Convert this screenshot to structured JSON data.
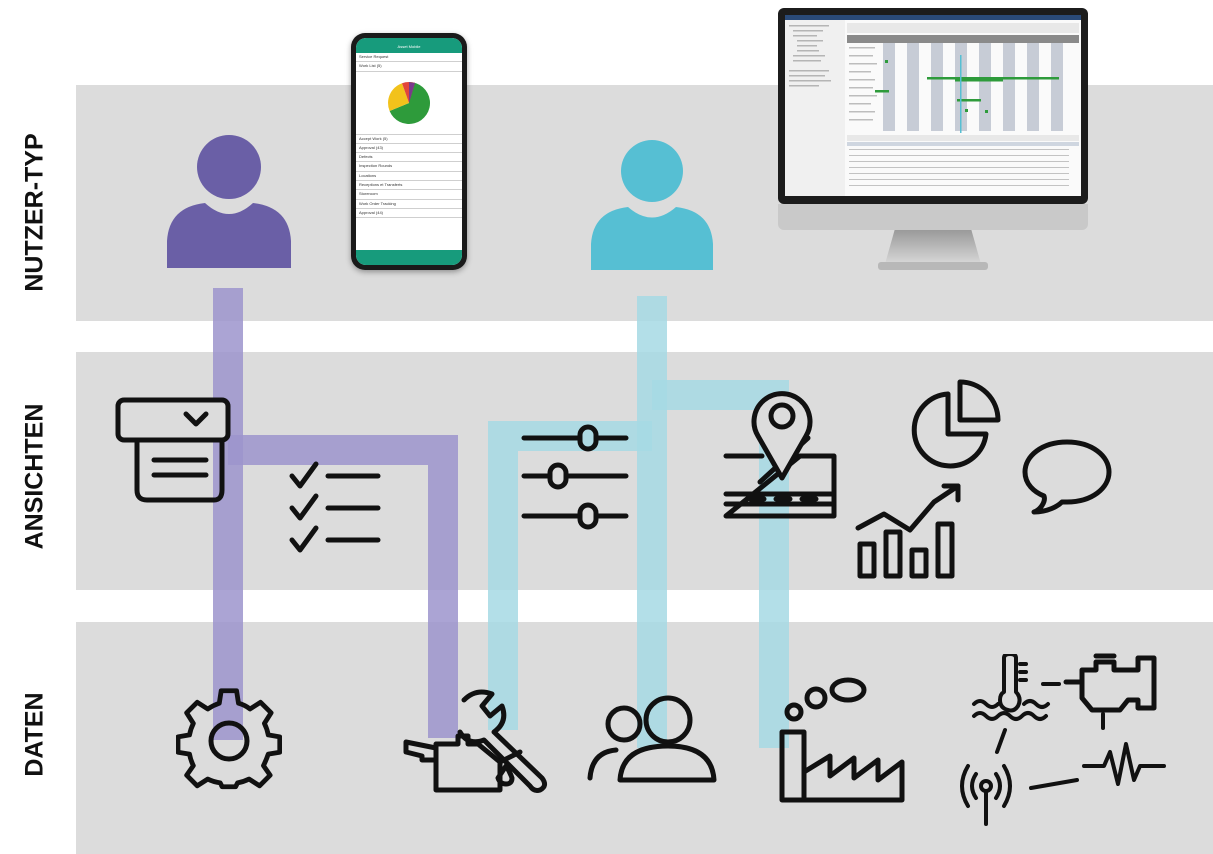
{
  "rows": {
    "user_type": "NUTZER-TYP",
    "views": "ANSICHTEN",
    "data": "DATEN"
  },
  "colors": {
    "band": "#dcdcdc",
    "user_purple": "#6a5fa6",
    "user_teal": "#56bfd3",
    "line_purple": "#9c94cc",
    "line_teal": "#a6d9e4",
    "phone_green": "#179b7c"
  },
  "phone": {
    "header": "Asset Mobile",
    "items": [
      "Service Request",
      "Work List (5)",
      "Accept Work (5)",
      "Approval (43)",
      "Defects",
      "Inspection Rounds",
      "Locations",
      "Receptions et Transferts",
      "Storeroom",
      "Work Order Tracking",
      "Approval (44)"
    ],
    "pie_slices": [
      {
        "color": "#2e9b3b",
        "share": 0.6
      },
      {
        "color": "#f2c21b",
        "share": 0.22
      },
      {
        "color": "#e2453a",
        "share": 0.13
      },
      {
        "color": "#7a3b8c",
        "share": 0.05
      }
    ]
  },
  "icons": {
    "user_purple": "person-icon",
    "user_teal": "person-icon",
    "form": "form-dropdown-icon",
    "checklist": "checklist-icon",
    "sliders": "sliders-icon",
    "map": "map-pin-icon",
    "pie": "pie-chart-icon",
    "bars": "growth-bar-chart-icon",
    "speech": "speech-bubble-icon",
    "gear": "gear-icon",
    "oil_tools": "oil-can-wrench-icon",
    "people": "people-icon",
    "factory": "factory-icon",
    "temperature": "temperature-icon",
    "engine": "engine-icon",
    "antenna": "antenna-signal-icon",
    "pulse": "pulse-icon"
  }
}
